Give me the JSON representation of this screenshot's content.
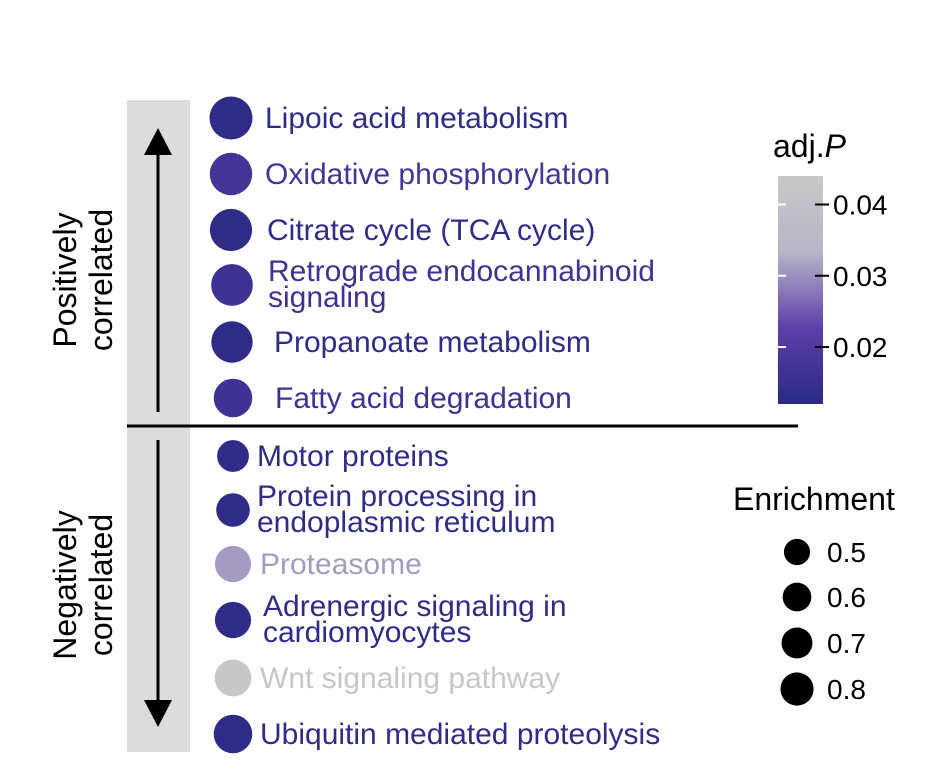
{
  "chart_data": {
    "type": "scatter",
    "groups": [
      {
        "label": [
          "Positively",
          "correlated"
        ],
        "direction": "up"
      },
      {
        "label": [
          "Negatively",
          "correlated"
        ],
        "direction": "down"
      }
    ],
    "terms": [
      {
        "label": [
          "Lipoic acid metabolism"
        ],
        "group": 0,
        "enrichment": 0.82,
        "adj_p": 0.013
      },
      {
        "label": [
          "Oxidative phosphorylation"
        ],
        "group": 0,
        "enrichment": 0.8,
        "adj_p": 0.017
      },
      {
        "label": [
          "Citrate cycle (TCA cycle)"
        ],
        "group": 0,
        "enrichment": 0.79,
        "adj_p": 0.013
      },
      {
        "label": [
          "Retrograde endocannabinoid",
          "signaling"
        ],
        "group": 0,
        "enrichment": 0.77,
        "adj_p": 0.016
      },
      {
        "label": [
          "Propanoate metabolism"
        ],
        "group": 0,
        "enrichment": 0.76,
        "adj_p": 0.013
      },
      {
        "label": [
          "Fatty acid degradation"
        ],
        "group": 0,
        "enrichment": 0.66,
        "adj_p": 0.016
      },
      {
        "label": [
          "Motor proteins"
        ],
        "group": 1,
        "enrichment": 0.45,
        "adj_p": 0.013
      },
      {
        "label": [
          "Protein processing in",
          "endoplasmic reticulum"
        ],
        "group": 1,
        "enrichment": 0.5,
        "adj_p": 0.013
      },
      {
        "label": [
          "Proteasome"
        ],
        "group": 1,
        "enrichment": 0.58,
        "adj_p": 0.031
      },
      {
        "label": [
          "Adrenergic signaling in",
          "cardiomyocytes"
        ],
        "group": 1,
        "enrichment": 0.58,
        "adj_p": 0.013
      },
      {
        "label": [
          "Wnt signaling pathway"
        ],
        "group": 1,
        "enrichment": 0.6,
        "adj_p": 0.043
      },
      {
        "label": [
          "Ubiquitin mediated proteolysis"
        ],
        "group": 1,
        "enrichment": 0.66,
        "adj_p": 0.013
      }
    ],
    "color_legend": {
      "title_main": "adj.",
      "title_italic": "P",
      "range": [
        0.012,
        0.044
      ],
      "ticks": [
        0.02,
        0.03,
        0.04
      ],
      "tick_labels": [
        "0.02",
        "0.03",
        "0.04"
      ],
      "colors": [
        "#2a2a86",
        "#5f3faa",
        "#b8b4c8",
        "#c8c8c8"
      ]
    },
    "size_legend": {
      "title": "Enrichment",
      "values": [
        0.5,
        0.6,
        0.7,
        0.8
      ],
      "labels": [
        "0.5",
        "0.6",
        "0.7",
        "0.8"
      ],
      "color": "#000000"
    }
  }
}
